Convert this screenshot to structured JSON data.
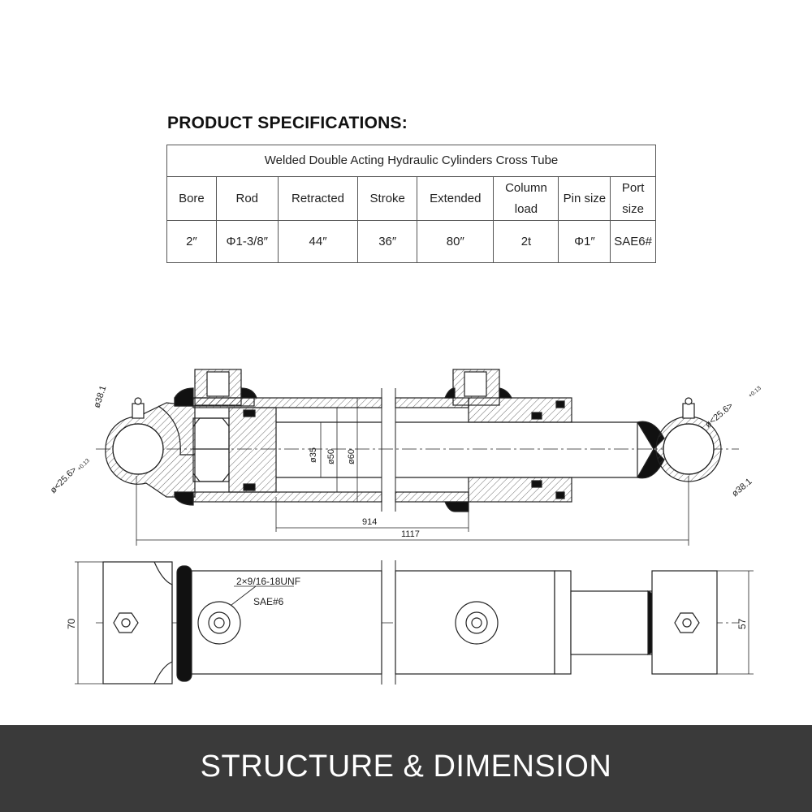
{
  "heading": "PRODUCT SPECIFICATIONS:",
  "table": {
    "caption": "Welded Double Acting Hydraulic Cylinders Cross Tube",
    "headers": [
      "Bore",
      "Rod",
      "Retracted",
      "Stroke",
      "Extended",
      "Column load",
      "Pin size",
      "Port size"
    ],
    "values": [
      "2″",
      "Φ1-3/8″",
      "44″",
      "36″",
      "80″",
      "2t",
      "Φ1″",
      "SAE6#"
    ]
  },
  "drawing": {
    "dims": {
      "d38_left": "ø38.1",
      "d38_right": "ø38.1",
      "d25_left": "ø<25.6>",
      "d25_right": "ø<25.6>",
      "tol_plus": "+0.13",
      "tol_zero": "0",
      "d35": "ø35",
      "d50": "ø50",
      "d60": "ø60",
      "len_914": "914",
      "len_1117": "1117",
      "h70": "70",
      "h57": "57",
      "port_thread": "2×9/16-18UNF",
      "port_sae": "SAE#6"
    }
  },
  "banner": "STRUCTURE & DIMENSION"
}
